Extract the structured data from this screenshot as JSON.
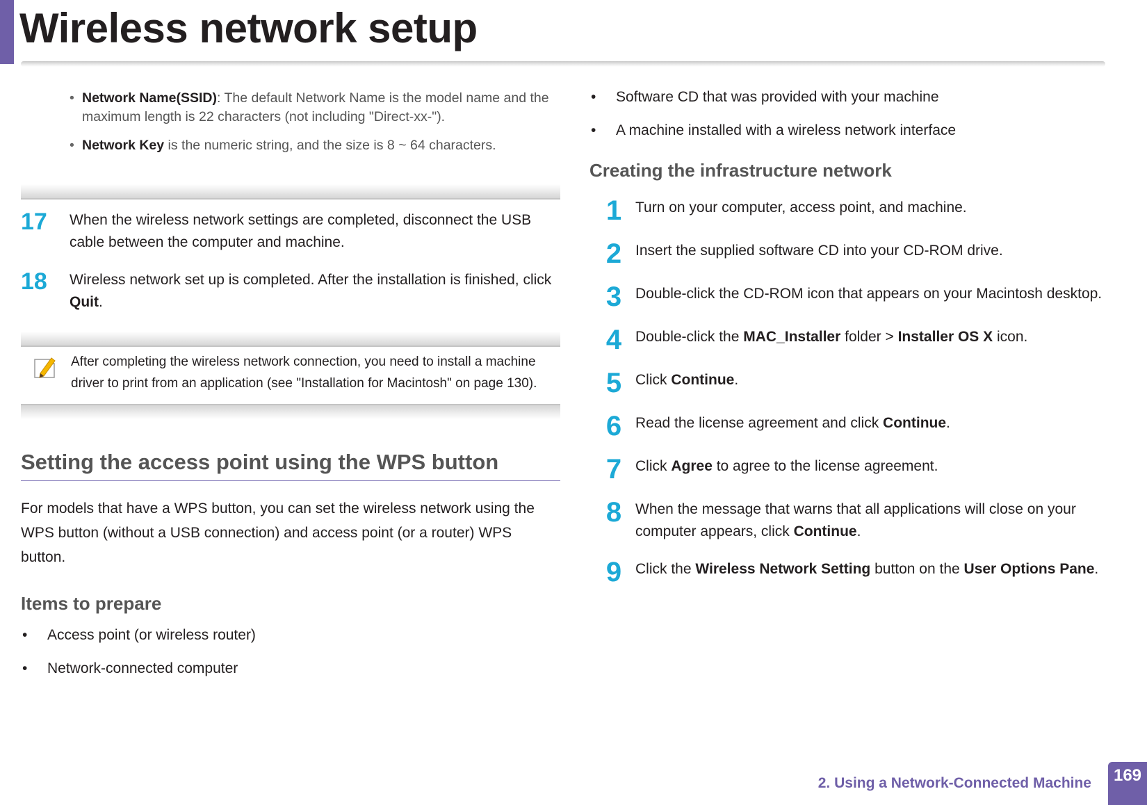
{
  "header": {
    "title": "Wireless network setup"
  },
  "left": {
    "sub_bullets": [
      {
        "bold": "Network Name(SSID)",
        "text": ": The default Network Name is the model name and the maximum length is 22 characters (not including \"Direct-xx-\")."
      },
      {
        "bold": "Network Key",
        "text": " is the numeric string, and the size is 8 ~ 64 characters."
      }
    ],
    "steps": [
      {
        "num": "17",
        "text": "When the wireless network settings are completed, disconnect the USB cable between the computer and machine."
      },
      {
        "num": "18",
        "text_before": "Wireless network set up is completed. After the installation is finished, click ",
        "bold": "Quit",
        "text_after": "."
      }
    ],
    "note": "After completing the wireless network connection, you need to install a machine driver to print from an application (see \"Installation for Macintosh\" on page 130).",
    "section_heading": "Setting the access point using the WPS button",
    "section_para": "For models that have a WPS button, you can set the wireless network using the WPS button (without a USB connection) and access point (or a router) WPS button.",
    "items_heading": "Items to prepare",
    "items": [
      "Access point (or wireless router)",
      "Network-connected computer"
    ]
  },
  "right": {
    "items": [
      "Software CD that was provided with your machine",
      "A machine installed with a wireless network interface"
    ],
    "heading": "Creating the infrastructure network",
    "steps": [
      {
        "num": "1",
        "a": "Turn on your computer, access point, and machine.",
        "b1": "",
        "c": "",
        "b2": "",
        "d": ""
      },
      {
        "num": "2",
        "a": "Insert the supplied software CD into your CD-ROM drive.",
        "b1": "",
        "c": "",
        "b2": "",
        "d": ""
      },
      {
        "num": "3",
        "a": "Double-click the CD-ROM icon that appears on your Macintosh desktop.",
        "b1": "",
        "c": "",
        "b2": "",
        "d": ""
      },
      {
        "num": "4",
        "a": "Double-click the ",
        "b1": "MAC_Installer",
        "c": " folder > ",
        "b2": "Installer OS X",
        "d": " icon."
      },
      {
        "num": "5",
        "a": "Click ",
        "b1": "Continue",
        "c": ".",
        "b2": "",
        "d": ""
      },
      {
        "num": "6",
        "a": "Read the license agreement and click ",
        "b1": "Continue",
        "c": ".",
        "b2": "",
        "d": ""
      },
      {
        "num": "7",
        "a": "Click ",
        "b1": "Agree",
        "c": " to agree to the license agreement.",
        "b2": "",
        "d": ""
      },
      {
        "num": "8",
        "a": "When the message that warns that all applications will close on your computer appears, click ",
        "b1": "Continue",
        "c": ".",
        "b2": "",
        "d": ""
      },
      {
        "num": "9",
        "a": "Click the ",
        "b1": "Wireless Network Setting",
        "c": " button on the ",
        "b2": "User Options Pane",
        "d": "."
      }
    ]
  },
  "footer": {
    "chapter": "2.  Using a Network-Connected Machine",
    "page": "169"
  },
  "colors": {
    "accent": "#6f5fa8",
    "step_number": "#1ca9d6"
  },
  "icons": {
    "note": "note-pencil-icon"
  }
}
